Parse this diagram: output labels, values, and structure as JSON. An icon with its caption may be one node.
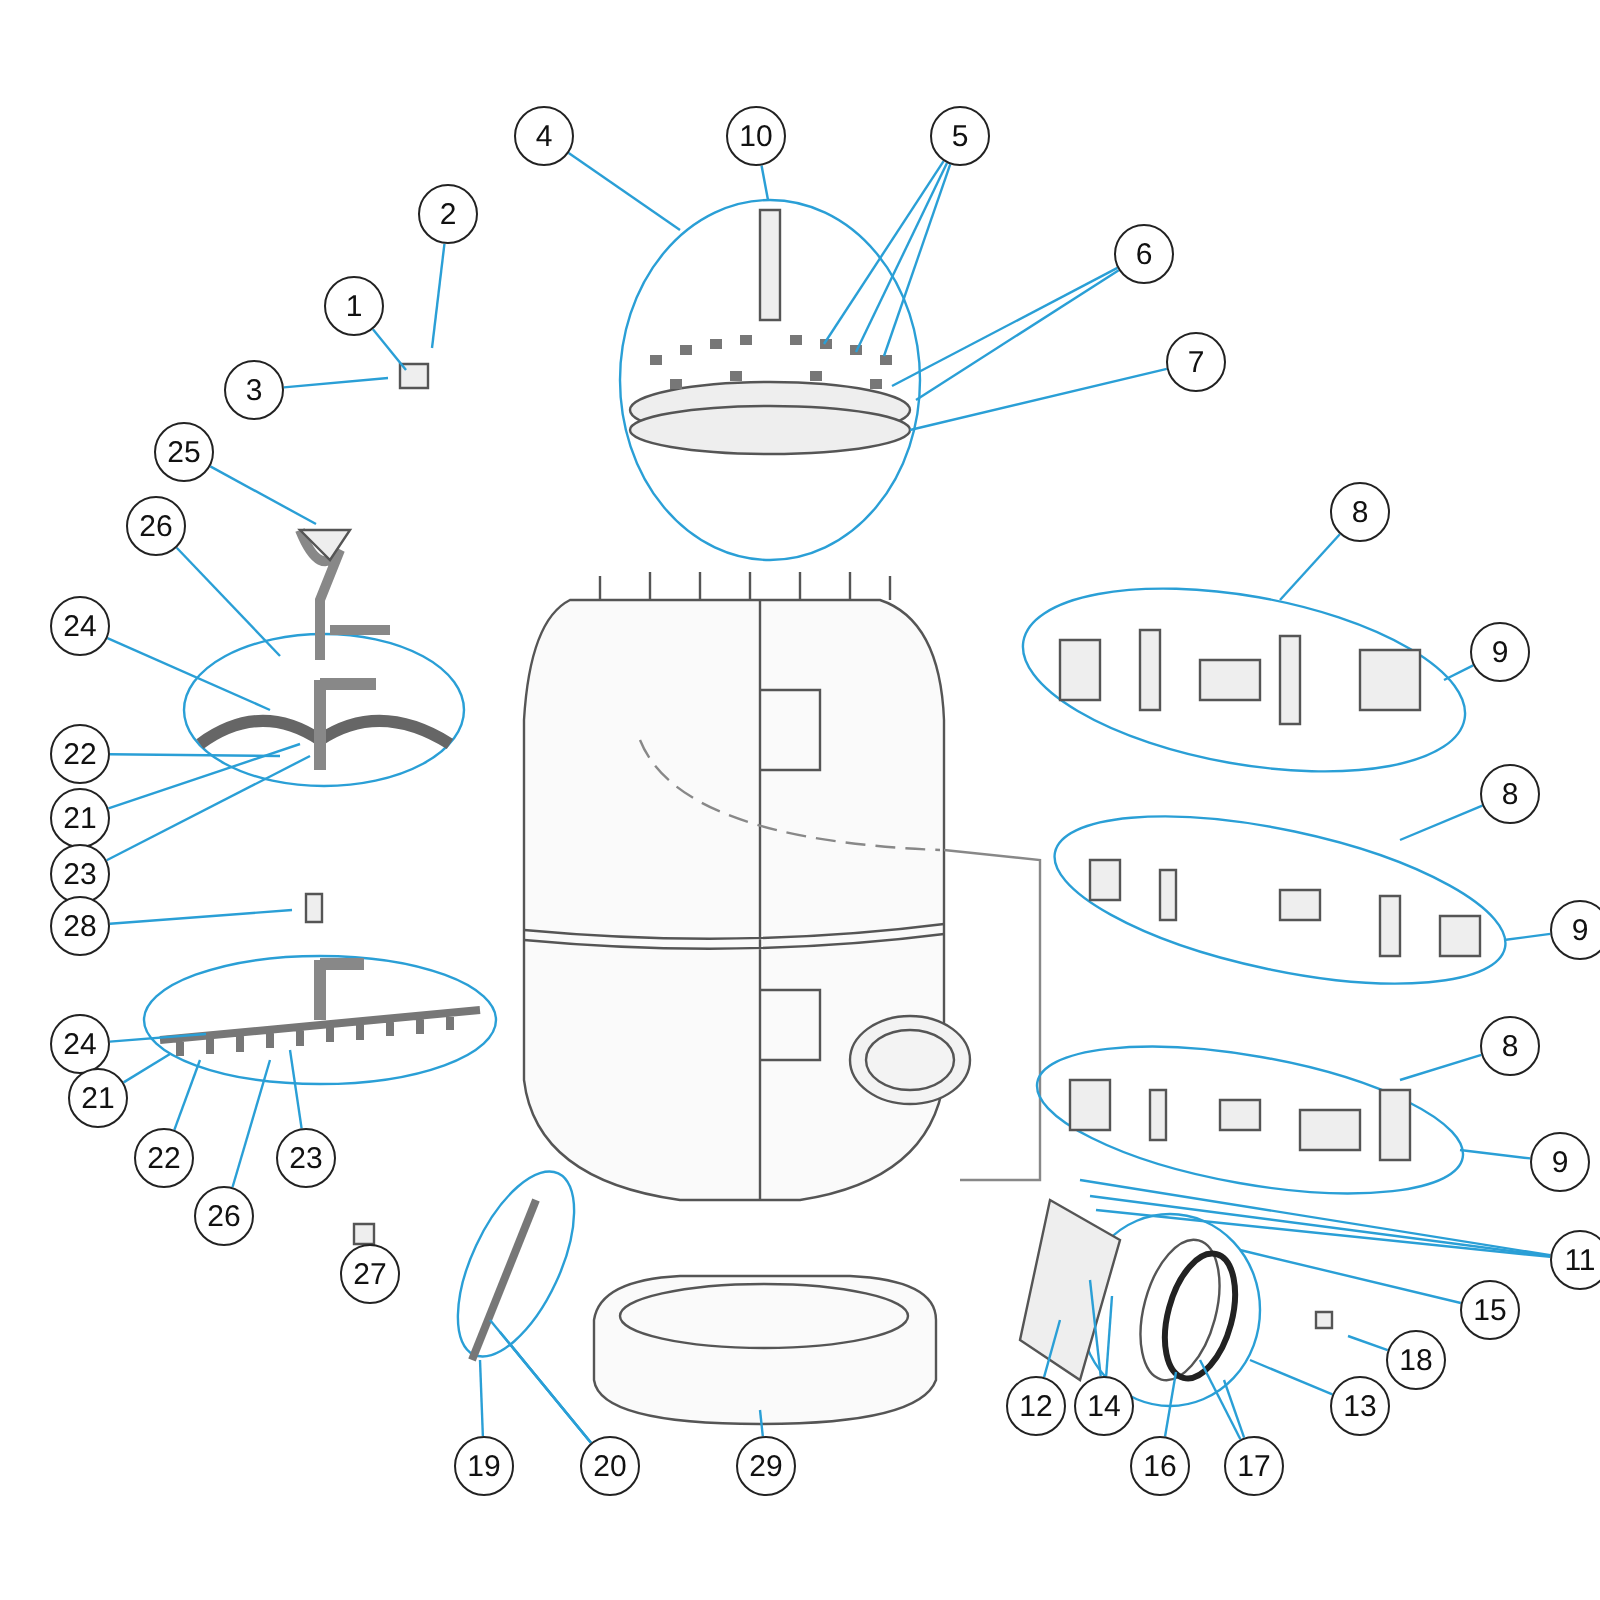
{
  "diagram": {
    "nodes": [
      {
        "text": [
          "1"
        ]
      },
      {
        "text": [
          "2"
        ]
      },
      {
        "text": [
          "3"
        ]
      },
      {
        "text": [
          "4"
        ]
      },
      {
        "text": [
          "10"
        ]
      },
      {
        "text": [
          "5"
        ]
      },
      {
        "text": [
          "6"
        ]
      },
      {
        "text": [
          "7"
        ]
      },
      {
        "text": [
          "25"
        ]
      },
      {
        "text": [
          "26"
        ]
      },
      {
        "text": [
          "24"
        ]
      },
      {
        "text": [
          "22"
        ]
      },
      {
        "text": [
          "21"
        ]
      },
      {
        "text": [
          "23"
        ]
      },
      {
        "text": [
          "28"
        ]
      },
      {
        "text": [
          "24"
        ]
      },
      {
        "text": [
          "21"
        ]
      },
      {
        "text": [
          "22"
        ]
      },
      {
        "text": [
          "26"
        ]
      },
      {
        "text": [
          "23"
        ]
      },
      {
        "text": [
          "27"
        ]
      },
      {
        "text": [
          "8"
        ]
      },
      {
        "text": [
          "9"
        ]
      },
      {
        "text": [
          "8"
        ]
      },
      {
        "text": [
          "9"
        ]
      },
      {
        "text": [
          "8"
        ]
      },
      {
        "text": [
          "9"
        ]
      },
      {
        "text": [
          "11"
        ]
      },
      {
        "text": [
          "15"
        ]
      },
      {
        "text": [
          "18"
        ]
      },
      {
        "text": [
          "13"
        ]
      },
      {
        "text": [
          "12"
        ]
      },
      {
        "text": [
          "14"
        ]
      },
      {
        "text": [
          "16"
        ]
      },
      {
        "text": [
          "17"
        ]
      },
      {
        "text": [
          "19"
        ]
      },
      {
        "text": [
          "20"
        ]
      },
      {
        "text": [
          "29"
        ]
      }
    ],
    "edges": [
      {
        "from": 0,
        "to": null,
        "arrow": "none"
      },
      {
        "from": 1,
        "to": null,
        "arrow": "none"
      },
      {
        "from": 2,
        "to": null,
        "arrow": "none"
      },
      {
        "from": 3,
        "to": null,
        "arrow": "none"
      },
      {
        "from": 4,
        "to": null,
        "arrow": "none"
      },
      {
        "from": 5,
        "to": null,
        "arrow": "none"
      },
      {
        "from": 5,
        "to": null,
        "arrow": "none"
      },
      {
        "from": 5,
        "to": null,
        "arrow": "none"
      },
      {
        "from": 6,
        "to": null,
        "arrow": "none"
      },
      {
        "from": 6,
        "to": null,
        "arrow": "none"
      },
      {
        "from": 7,
        "to": null,
        "arrow": "none"
      },
      {
        "from": 8,
        "to": null,
        "arrow": "none"
      },
      {
        "from": 9,
        "to": null,
        "arrow": "none"
      },
      {
        "from": 10,
        "to": null,
        "arrow": "none"
      },
      {
        "from": 11,
        "to": null,
        "arrow": "none"
      },
      {
        "from": 12,
        "to": null,
        "arrow": "none"
      },
      {
        "from": 13,
        "to": null,
        "arrow": "none"
      },
      {
        "from": 14,
        "to": null,
        "arrow": "none"
      },
      {
        "from": 15,
        "to": null,
        "arrow": "none"
      },
      {
        "from": 16,
        "to": null,
        "arrow": "none"
      },
      {
        "from": 17,
        "to": null,
        "arrow": "none"
      },
      {
        "from": 18,
        "to": null,
        "arrow": "none"
      },
      {
        "from": 19,
        "to": null,
        "arrow": "none"
      },
      {
        "from": 21,
        "to": null,
        "arrow": "none"
      },
      {
        "from": 22,
        "to": null,
        "arrow": "none"
      },
      {
        "from": 23,
        "to": null,
        "arrow": "none"
      },
      {
        "from": 24,
        "to": null,
        "arrow": "none"
      },
      {
        "from": 25,
        "to": null,
        "arrow": "none"
      },
      {
        "from": 26,
        "to": null,
        "arrow": "none"
      },
      {
        "from": 27,
        "to": null,
        "arrow": "none"
      },
      {
        "from": 27,
        "to": null,
        "arrow": "none"
      },
      {
        "from": 27,
        "to": null,
        "arrow": "none"
      },
      {
        "from": 28,
        "to": null,
        "arrow": "none"
      },
      {
        "from": 29,
        "to": null,
        "arrow": "none"
      },
      {
        "from": 30,
        "to": null,
        "arrow": "none"
      },
      {
        "from": 31,
        "to": null,
        "arrow": "none"
      },
      {
        "from": 32,
        "to": null,
        "arrow": "none"
      },
      {
        "from": 32,
        "to": null,
        "arrow": "none"
      },
      {
        "from": 33,
        "to": null,
        "arrow": "none"
      },
      {
        "from": 34,
        "to": null,
        "arrow": "none"
      },
      {
        "from": 34,
        "to": null,
        "arrow": "none"
      },
      {
        "from": 35,
        "to": null,
        "arrow": "none"
      },
      {
        "from": 36,
        "to": null,
        "arrow": "none"
      },
      {
        "from": 36,
        "to": null,
        "arrow": "none"
      },
      {
        "from": 36,
        "to": null,
        "arrow": "none"
      },
      {
        "from": 37,
        "to": null,
        "arrow": "none"
      }
    ]
  }
}
